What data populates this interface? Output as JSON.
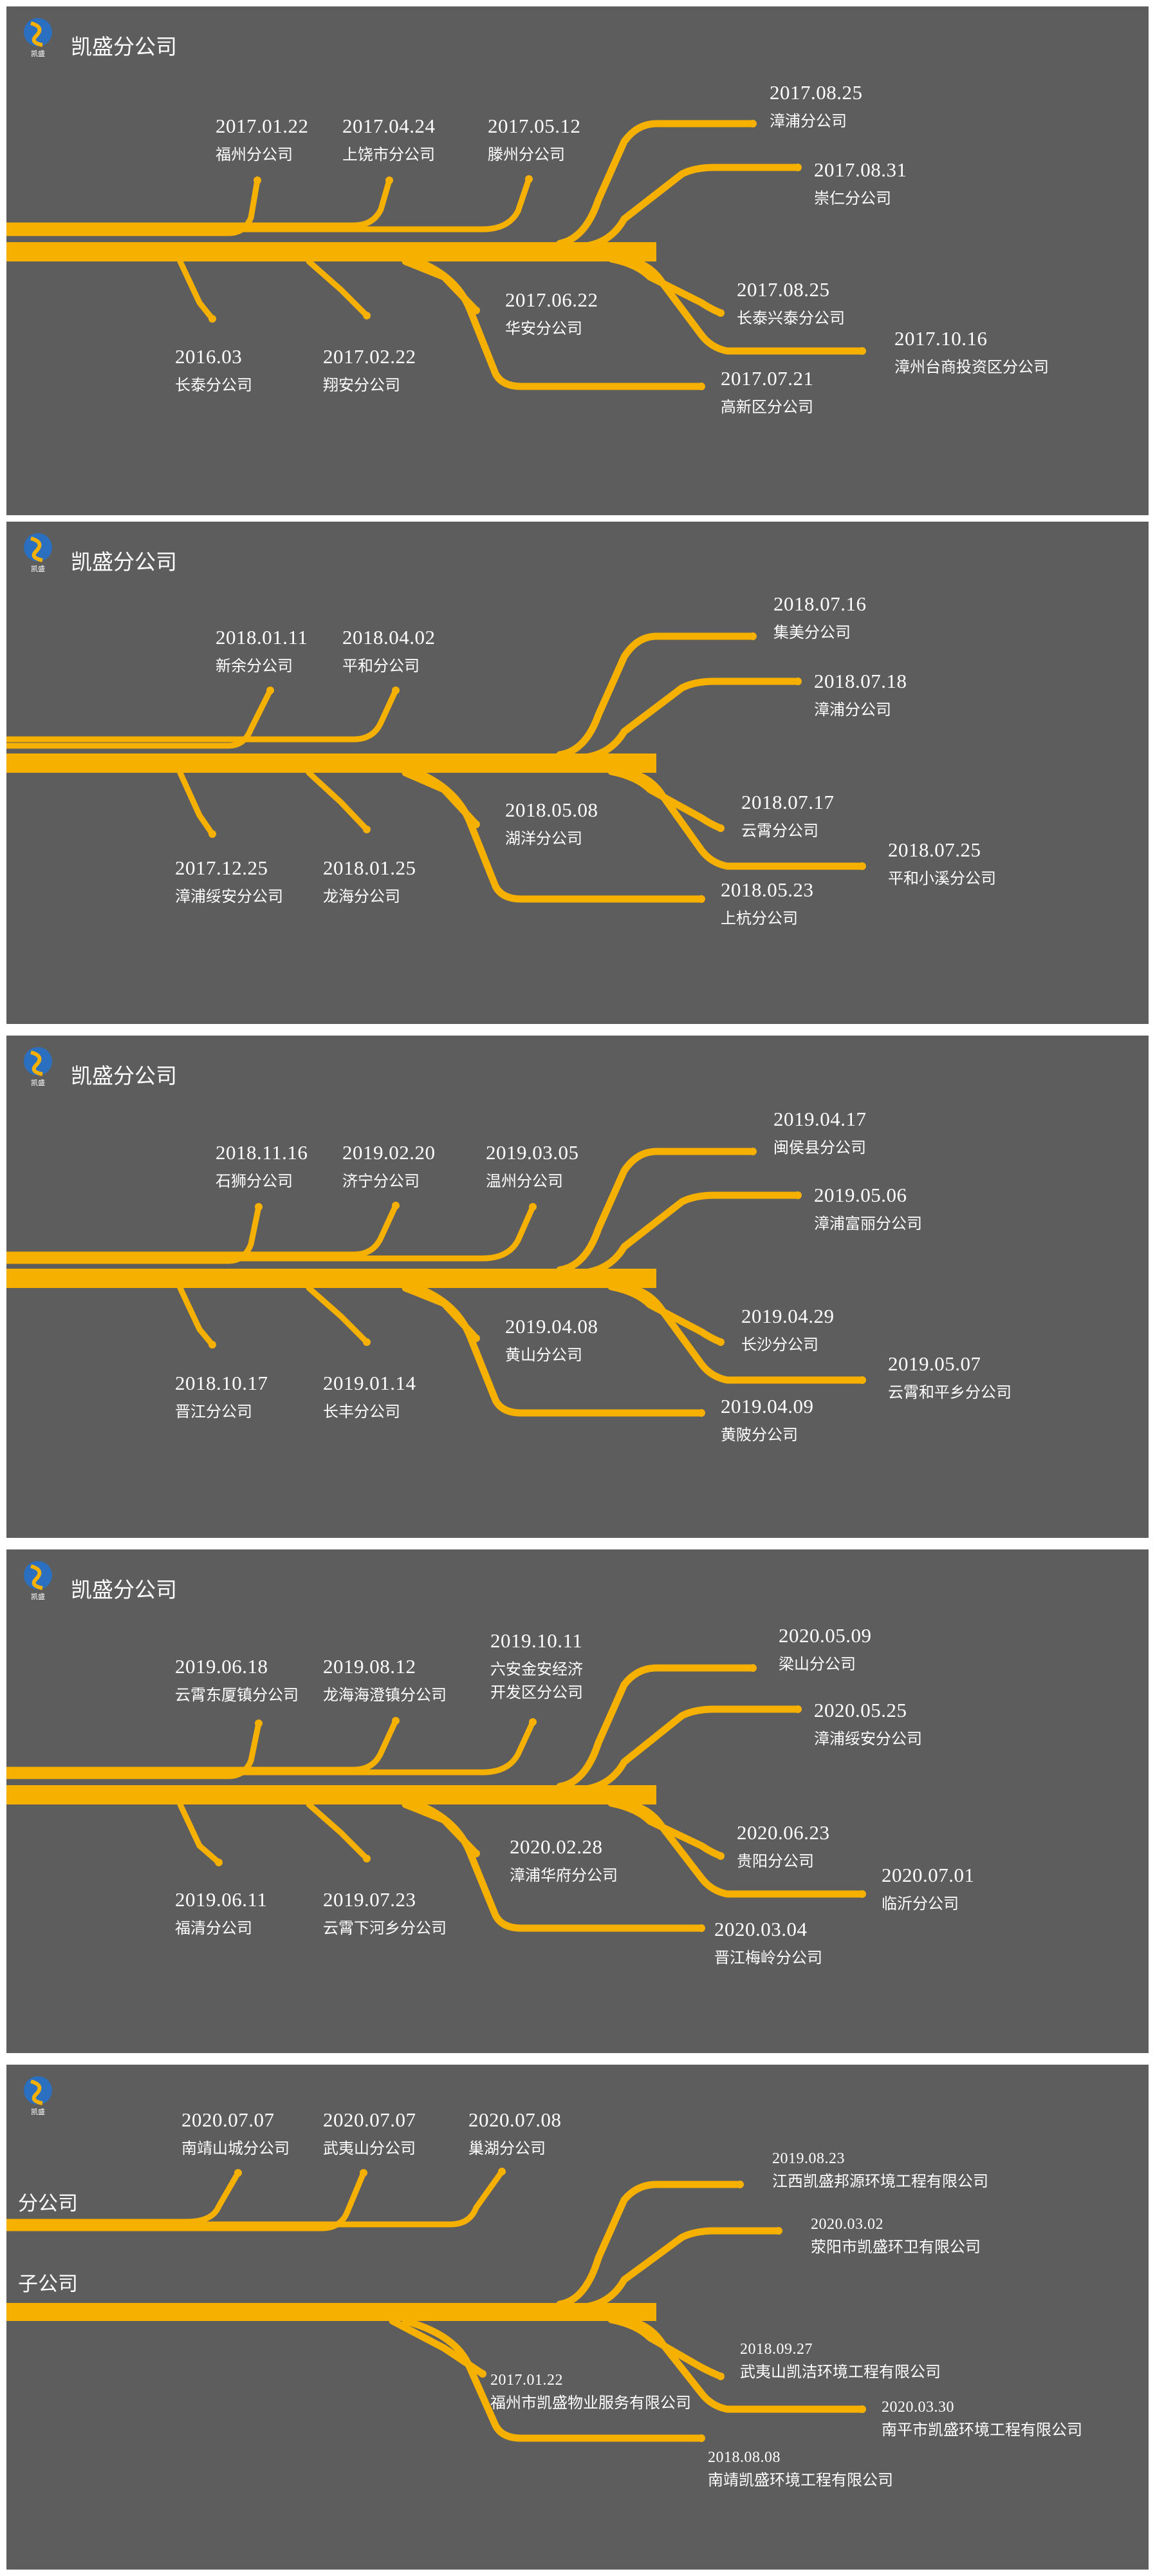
{
  "colors": {
    "background": "#5e5d5d",
    "line": "#f5b000",
    "text": "#ffffff"
  },
  "logo_text": "凯盛",
  "slides": [
    {
      "title": "凯盛分公司",
      "branches": [
        {
          "date": "2017.01.22",
          "name": "福州分公司"
        },
        {
          "date": "2017.04.24",
          "name": "上饶市分公司"
        },
        {
          "date": "2017.05.12",
          "name": "滕州分公司"
        },
        {
          "date": "2017.08.25",
          "name": "漳浦分公司"
        },
        {
          "date": "2017.08.31",
          "name": "崇仁分公司"
        },
        {
          "date": "2017.08.25",
          "name": "长泰兴泰分公司"
        },
        {
          "date": "2017.10.16",
          "name": "漳州台商投资区分公司"
        },
        {
          "date": "2017.06.22",
          "name": "华安分公司"
        },
        {
          "date": "2017.07.21",
          "name": "高新区分公司"
        },
        {
          "date": "2016.03",
          "name": "长泰分公司"
        },
        {
          "date": "2017.02.22",
          "name": "翔安分公司"
        }
      ]
    },
    {
      "title": "凯盛分公司",
      "branches": [
        {
          "date": "2018.01.11",
          "name": "新余分公司"
        },
        {
          "date": "2018.04.02",
          "name": "平和分公司"
        },
        {
          "date": "2018.07.16",
          "name": "集美分公司"
        },
        {
          "date": "2018.07.18",
          "name": "漳浦分公司"
        },
        {
          "date": "2018.07.17",
          "name": "云霄分公司"
        },
        {
          "date": "2018.07.25",
          "name": "平和小溪分公司"
        },
        {
          "date": "2018.05.08",
          "name": "湖洋分公司"
        },
        {
          "date": "2018.05.23",
          "name": "上杭分公司"
        },
        {
          "date": "2017.12.25",
          "name": "漳浦绥安分公司"
        },
        {
          "date": "2018.01.25",
          "name": "龙海分公司"
        }
      ]
    },
    {
      "title": "凯盛分公司",
      "branches": [
        {
          "date": "2018.11.16",
          "name": "石狮分公司"
        },
        {
          "date": "2019.02.20",
          "name": "济宁分公司"
        },
        {
          "date": "2019.03.05",
          "name": "温州分公司"
        },
        {
          "date": "2019.04.17",
          "name": "闽侯县分公司"
        },
        {
          "date": "2019.05.06",
          "name": "漳浦富丽分公司"
        },
        {
          "date": "2019.04.29",
          "name": "长沙分公司"
        },
        {
          "date": "2019.05.07",
          "name": "云霄和平乡分公司"
        },
        {
          "date": "2019.04.08",
          "name": "黄山分公司"
        },
        {
          "date": "2019.04.09",
          "name": "黄陂分公司"
        },
        {
          "date": "2018.10.17",
          "name": "晋江分公司"
        },
        {
          "date": "2019.01.14",
          "name": "长丰分公司"
        }
      ]
    },
    {
      "title": "凯盛分公司",
      "branches": [
        {
          "date": "2019.06.18",
          "name": "云霄东厦镇分公司"
        },
        {
          "date": "2019.08.12",
          "name": "龙海海澄镇分公司"
        },
        {
          "date": "2019.10.11",
          "name": "六安金安经济",
          "name2": "开发区分公司"
        },
        {
          "date": "2020.05.09",
          "name": "梁山分公司"
        },
        {
          "date": "2020.05.25",
          "name": "漳浦绥安分公司"
        },
        {
          "date": "2020.06.23",
          "name": "贵阳分公司"
        },
        {
          "date": "2020.07.01",
          "name": "临沂分公司"
        },
        {
          "date": "2020.02.28",
          "name": "漳浦华府分公司"
        },
        {
          "date": "2020.03.04",
          "name": "晋江梅岭分公司"
        },
        {
          "date": "2019.06.11",
          "name": "福清分公司"
        },
        {
          "date": "2019.07.23",
          "name": "云霄下河乡分公司"
        }
      ]
    },
    {
      "title": "",
      "label_branch": "分公司",
      "label_sub": "子公司",
      "branches": [
        {
          "date": "2020.07.07",
          "name": "南靖山城分公司"
        },
        {
          "date": "2020.07.07",
          "name": "武夷山分公司"
        },
        {
          "date": "2020.07.08",
          "name": "巢湖分公司"
        },
        {
          "date": "2019.08.23",
          "name": "江西凯盛邦源环境工程有限公司"
        },
        {
          "date": "2020.03.02",
          "name": "荥阳市凯盛环卫有限公司"
        },
        {
          "date": "2018.09.27",
          "name": "武夷山凯洁环境工程有限公司"
        },
        {
          "date": "2020.03.30",
          "name": "南平市凯盛环境工程有限公司"
        },
        {
          "date": "2017.01.22",
          "name": "福州市凯盛物业服务有限公司"
        },
        {
          "date": "2018.08.08",
          "name": "南靖凯盛环境工程有限公司"
        }
      ]
    }
  ]
}
